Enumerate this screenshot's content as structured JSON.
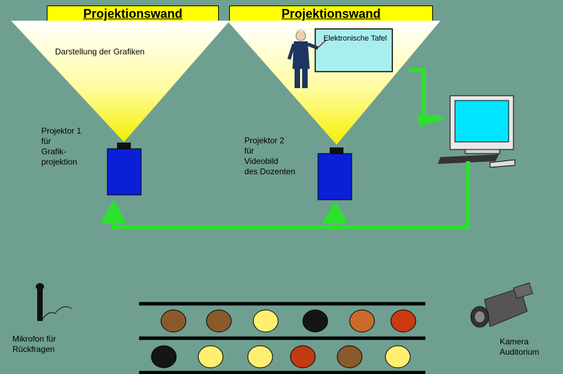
{
  "screens": [
    {
      "title": "Projektionswand",
      "caption": "Darstellung der Grafiken"
    },
    {
      "title": "Projektionswand",
      "board_text": "Elektronische Tafel"
    }
  ],
  "projectors": [
    {
      "label": "Projektor 1\nfür\nGrafik-\nprojektion"
    },
    {
      "label": "Projektor 2\nfür\nVideobild\ndes Dozenten"
    }
  ],
  "microphone": {
    "label": "Mikrofon für\nRückfragen"
  },
  "camera": {
    "label": "Kamera\nAuditorium"
  },
  "colors": {
    "background": "#6f9f91",
    "beam": "#ffff00",
    "projector": "#0b1fd6",
    "cable": "#2ee02e",
    "banner": "#ffff00"
  },
  "audience_rows": [
    [
      "#8b5a2b",
      "#8b5a2b",
      "#ffef70",
      "#151515",
      "#c96a2a",
      "#cc3a12"
    ],
    [
      "#151515",
      "#ffef70",
      "#ffef70",
      "#c23a12",
      "#8b5a2b",
      "#ffef70",
      "#151515"
    ]
  ],
  "icons": [
    "presenter-icon",
    "computer-icon",
    "microphone-icon",
    "camcorder-icon"
  ]
}
